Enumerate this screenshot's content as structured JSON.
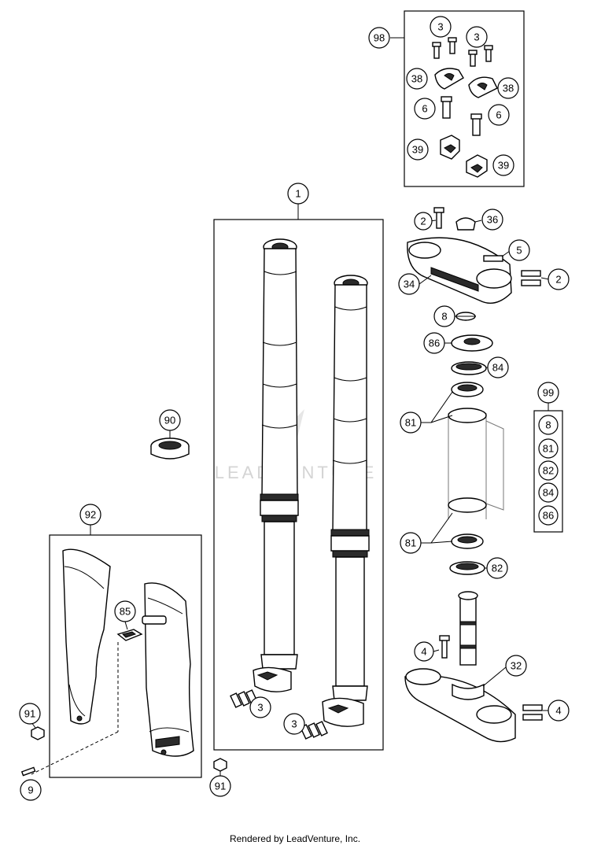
{
  "diagram": {
    "watermark": "LEADVENTURE",
    "footer": "Rendered by LeadVenture, Inc.",
    "callouts": {
      "c98": "98",
      "c3a": "3",
      "c3b": "3",
      "c38a": "38",
      "c38b": "38",
      "c6a": "6",
      "c6b": "6",
      "c39a": "39",
      "c39b": "39",
      "c1": "1",
      "c2a": "2",
      "c36": "36",
      "c5": "5",
      "c2b": "2",
      "c34": "34",
      "c8": "8",
      "c86": "86",
      "c84": "84",
      "c81a": "81",
      "c99": "99",
      "c90": "90",
      "c92": "92",
      "c85": "85",
      "c81b": "81",
      "c82": "82",
      "c4a": "4",
      "c32": "32",
      "c4b": "4",
      "c91a": "91",
      "c3c": "3",
      "c3d": "3",
      "c9": "9",
      "c91b": "91"
    },
    "kit_99_items": [
      "8",
      "81",
      "82",
      "84",
      "86"
    ]
  }
}
